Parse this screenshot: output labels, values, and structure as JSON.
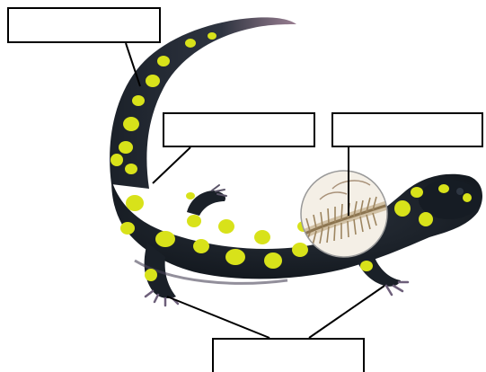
{
  "diagram": {
    "subject": "spotted-salamander",
    "colors": {
      "skin": "#141a22",
      "skin_highlight": "#3a4350",
      "spots": "#d8e21a",
      "tail_tip": "#9a7f92",
      "belly": "#6d5f7a",
      "bone": "#c9b48a",
      "leader_line": "#000000",
      "box_border": "#000000"
    },
    "labels": [
      {
        "id": "tail",
        "text": ""
      },
      {
        "id": "body",
        "text": ""
      },
      {
        "id": "spine",
        "text": ""
      },
      {
        "id": "legs",
        "text": ""
      }
    ]
  }
}
